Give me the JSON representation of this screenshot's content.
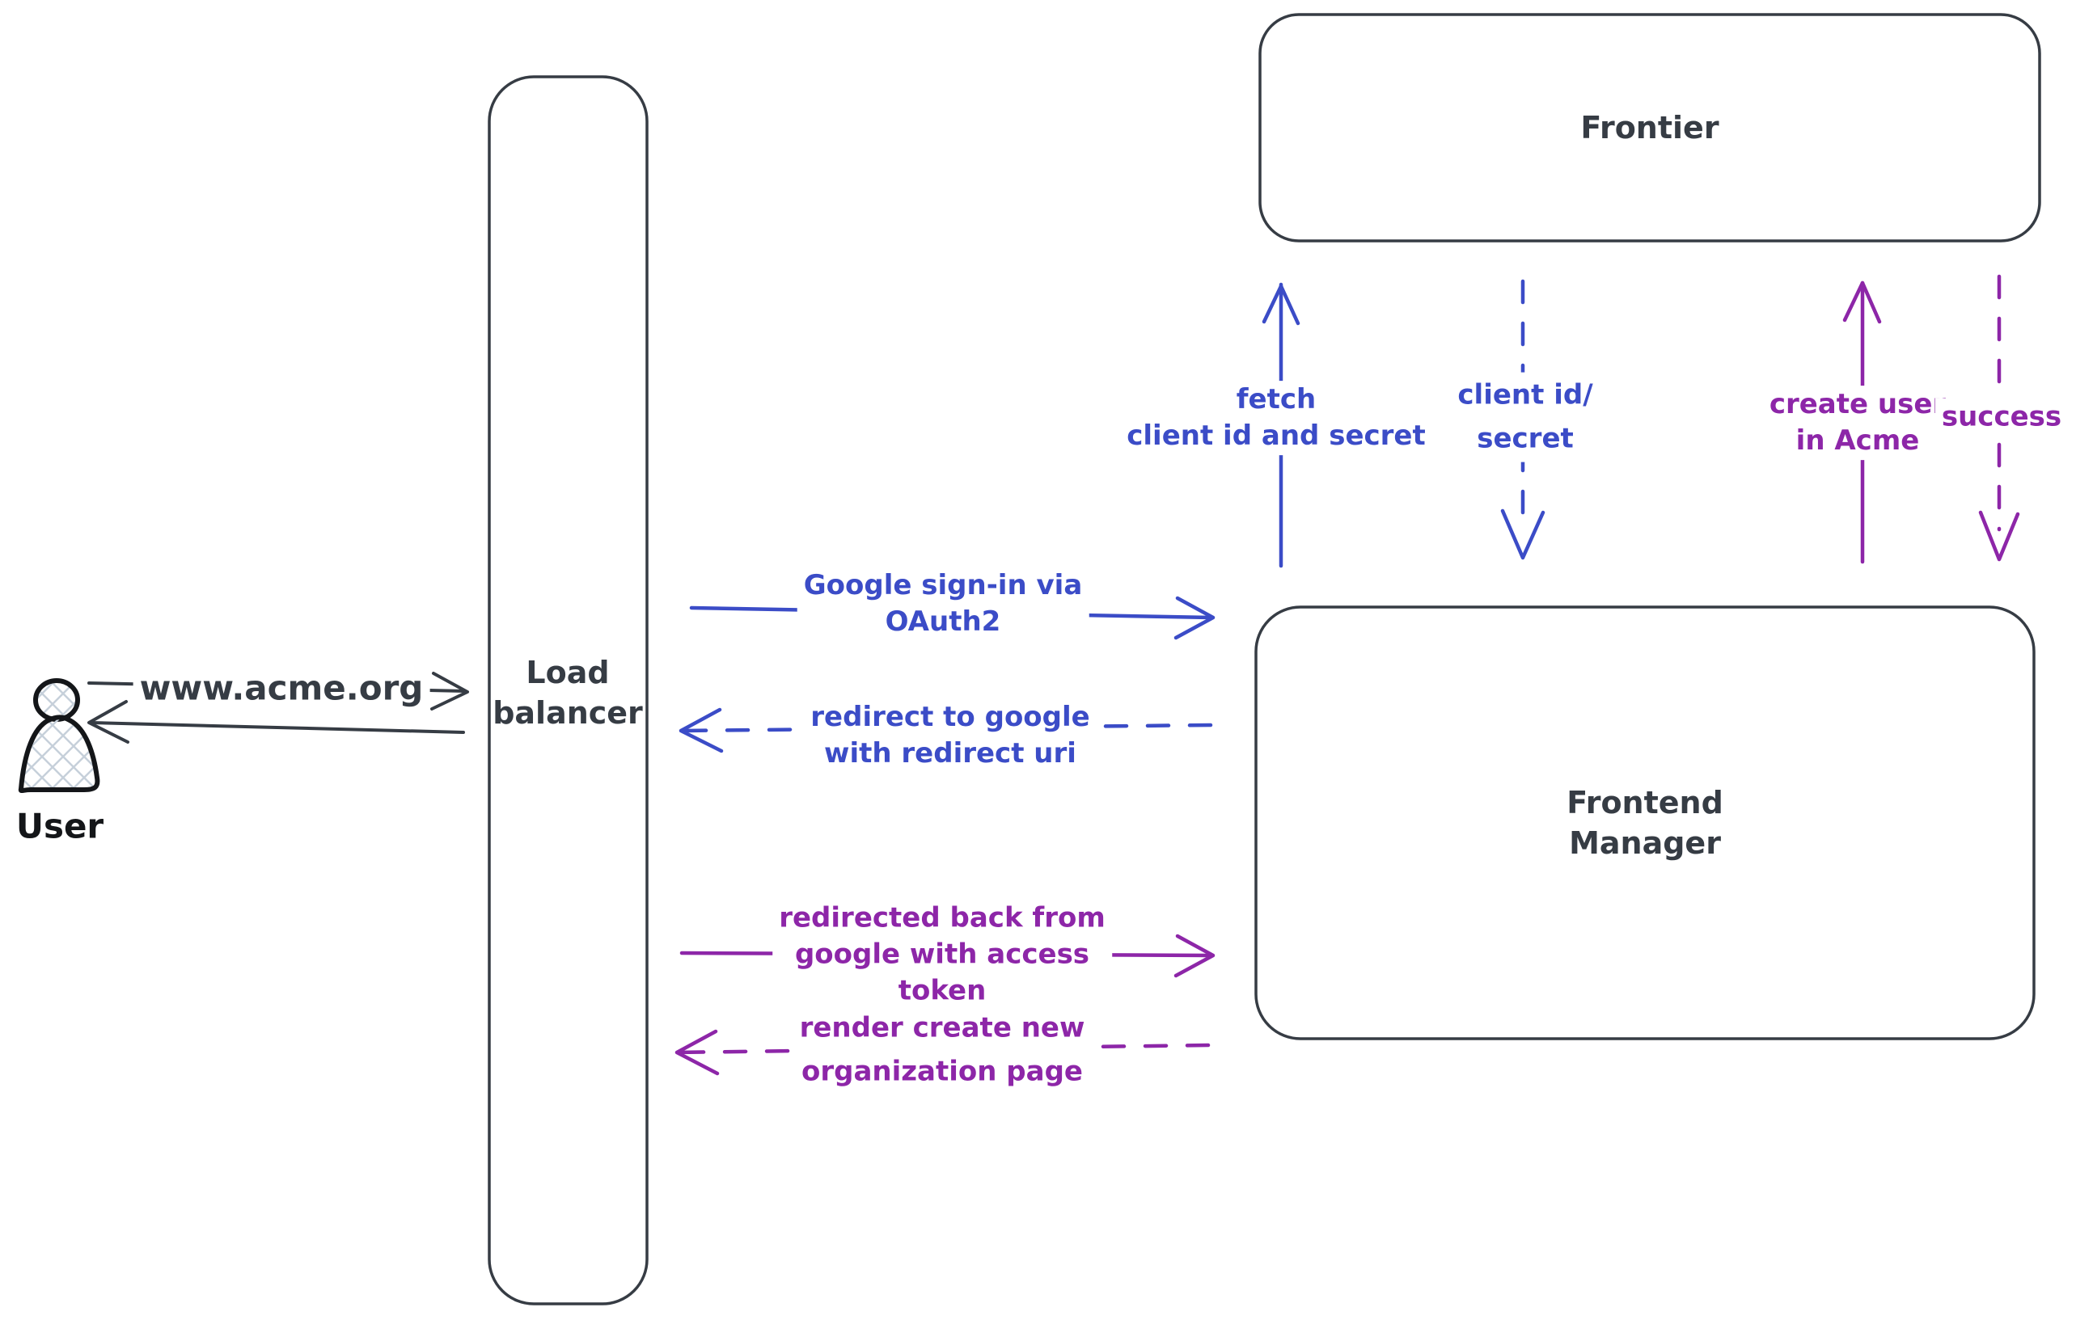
{
  "colors": {
    "canvas": "#ffffff",
    "ink": "#363c44",
    "black": "#141619",
    "blue": "#3b4cc7",
    "purple": "#8d26a8",
    "hatch": "#c6d0da"
  },
  "nodes": {
    "user": {
      "label": "User"
    },
    "load_balancer": {
      "label": "Load\nbalancer"
    },
    "frontier": {
      "label": "Frontier"
    },
    "frontend_manager": {
      "label": "Frontend\nManager"
    }
  },
  "edges": {
    "www_acme": {
      "label": "www.acme.org",
      "from": "user",
      "to": "load_balancer",
      "style": "solid",
      "color": "ink"
    },
    "user_return": {
      "from": "load_balancer",
      "to": "user",
      "style": "solid",
      "color": "ink"
    },
    "google_signin": {
      "label": "Google sign-in via\nOAuth2",
      "from": "load_balancer",
      "to": "frontend_manager",
      "style": "solid",
      "color": "blue"
    },
    "redirect_google": {
      "label": "redirect to google\nwith redirect uri",
      "from": "frontend_manager",
      "to": "load_balancer",
      "style": "dashed",
      "color": "blue"
    },
    "fetch_credentials": {
      "label": "fetch\nclient id and secret",
      "from": "frontend_manager",
      "to": "frontier",
      "style": "solid",
      "color": "blue"
    },
    "client_id_secret": {
      "label": "client id/\nsecret",
      "from": "frontier",
      "to": "frontend_manager",
      "style": "dashed",
      "color": "blue"
    },
    "redirected_back": {
      "label": "redirected back from\ngoogle with access\ntoken",
      "from": "load_balancer",
      "to": "frontend_manager",
      "style": "solid",
      "color": "purple"
    },
    "render_page": {
      "label": "render create new\norganization page",
      "from": "frontend_manager",
      "to": "load_balancer",
      "style": "dashed",
      "color": "purple"
    },
    "create_user": {
      "label": "create user\nin Acme",
      "from": "frontend_manager",
      "to": "frontier",
      "style": "solid",
      "color": "purple"
    },
    "success": {
      "label": "success",
      "from": "frontier",
      "to": "frontend_manager",
      "style": "dashed",
      "color": "purple"
    }
  }
}
